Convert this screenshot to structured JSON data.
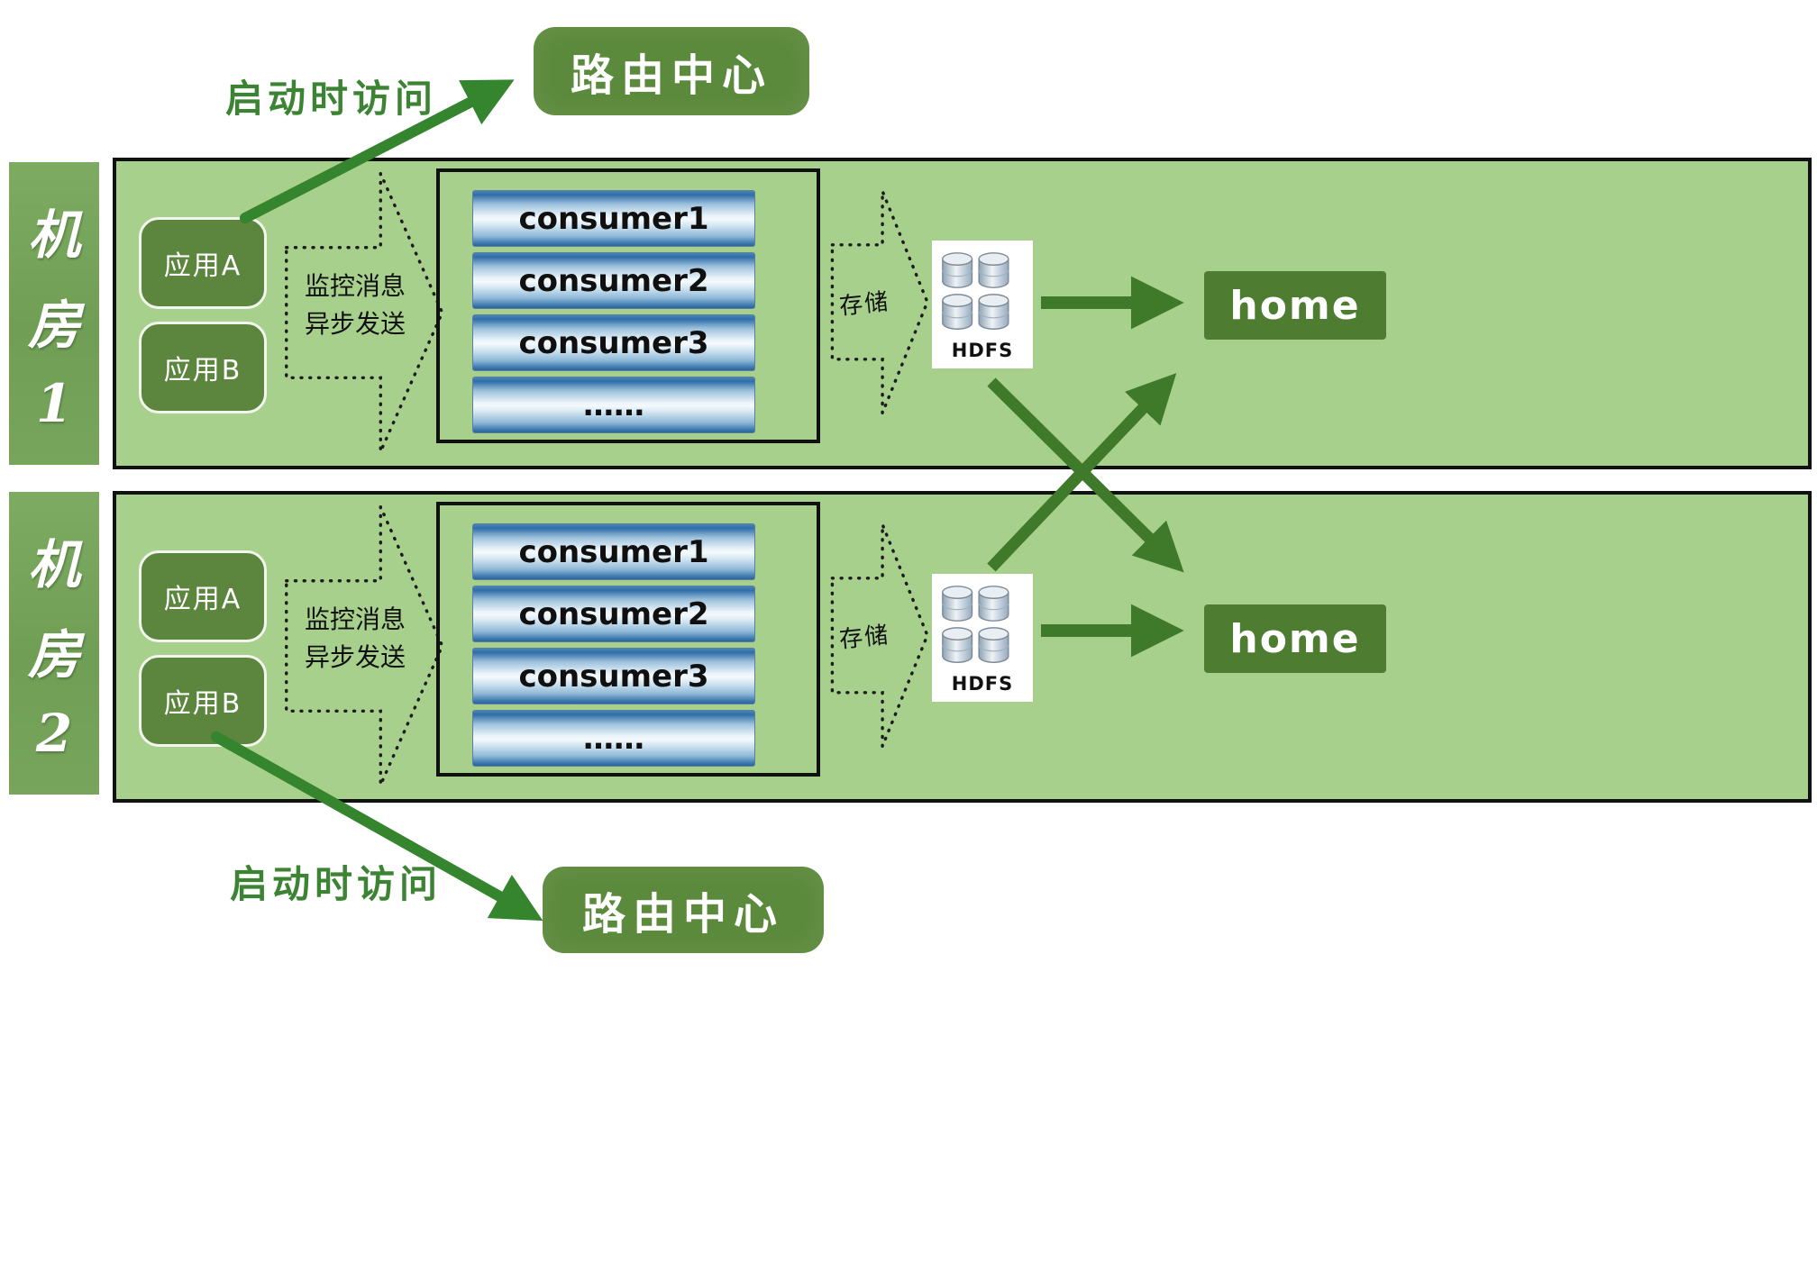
{
  "colors": {
    "room_background": "#a8d08d",
    "node_dark_green": "#5c8a3c",
    "home_green": "#4e7c30",
    "arrow_green": "#3f7a2b",
    "hand_arrow_green": "#35842e",
    "consumer_bar_blue": "#2f6da8"
  },
  "routers": {
    "top": {
      "label": "路由中心",
      "arrow_label": "启动时访问"
    },
    "bottom": {
      "label": "路由中心",
      "arrow_label": "启动时访问"
    }
  },
  "rooms": [
    {
      "label_lines": [
        "机",
        "房",
        "1"
      ],
      "apps": [
        "应用A",
        "应用B"
      ],
      "monitor_label": [
        "监控消息",
        "异步发送"
      ],
      "consumers": [
        "consumer1",
        "consumer2",
        "consumer3",
        "……"
      ],
      "store_label": "存储",
      "storage": "HDFS",
      "home": "home"
    },
    {
      "label_lines": [
        "机",
        "房",
        "2"
      ],
      "apps": [
        "应用A",
        "应用B"
      ],
      "monitor_label": [
        "监控消息",
        "异步发送"
      ],
      "consumers": [
        "consumer1",
        "consumer2",
        "consumer3",
        "……"
      ],
      "store_label": "存储",
      "storage": "HDFS",
      "home": "home"
    }
  ]
}
